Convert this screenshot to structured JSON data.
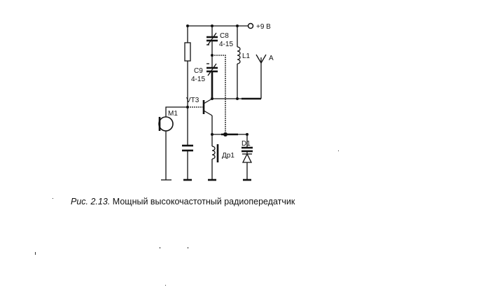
{
  "figure": {
    "caption_prefix": "Рис. 2.13.",
    "caption_text": "Мощный высокочастотный радиопередатчик"
  },
  "labels": {
    "supply": "+9 В",
    "c8": "C8",
    "c8_value": "4-15",
    "c9": "C9",
    "c9_value": "4-15",
    "l1": "L1",
    "antenna": "A",
    "transistor": "VT3",
    "microphone": "M1",
    "diode": "D1",
    "choke": "Др1"
  }
}
